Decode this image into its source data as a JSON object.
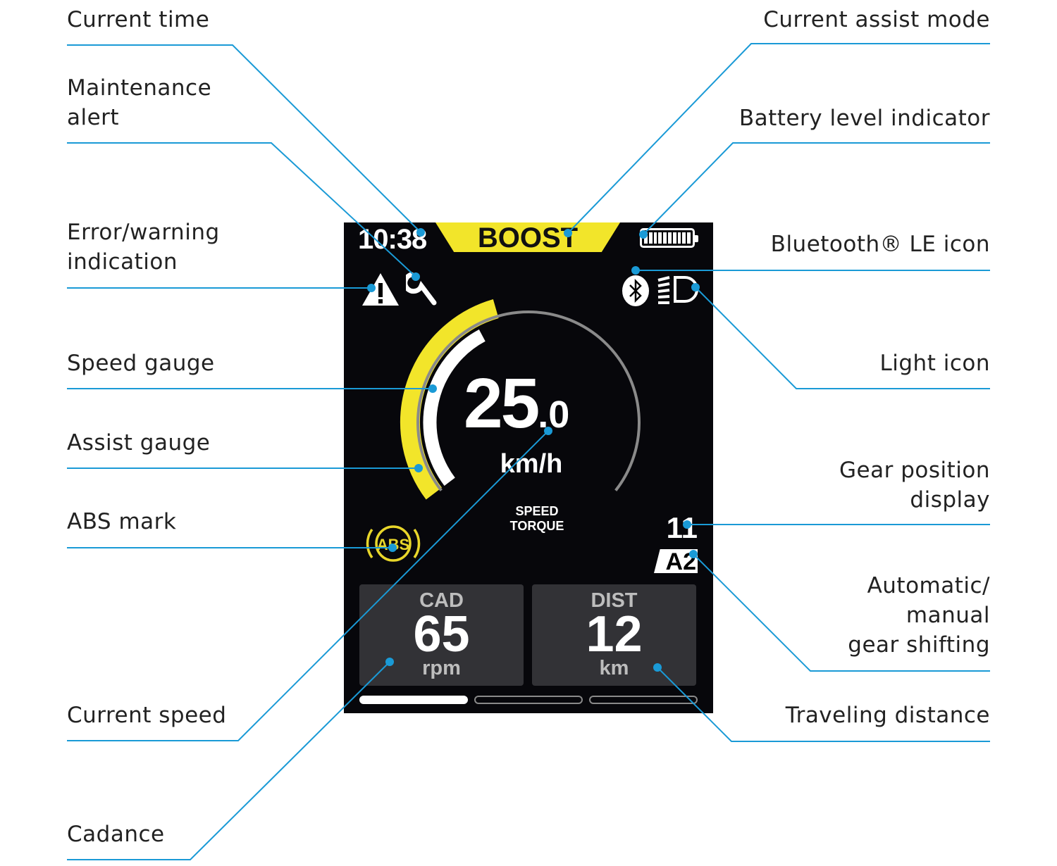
{
  "display": {
    "time": "10:38",
    "assist_mode": "BOOST",
    "battery_bars": 10,
    "speed_int": "25",
    "speed_dec": ".0",
    "speed_unit": "km/h",
    "assist_type_1": "SPEED",
    "assist_type_2": "TORQUE",
    "gear_position": "11",
    "gear_mode": "A2",
    "abs_text": "ABS",
    "tiles": [
      {
        "title": "CAD",
        "value": "65",
        "unit": "rpm"
      },
      {
        "title": "DIST",
        "value": "12",
        "unit": "km"
      }
    ],
    "active_page": 1,
    "page_count": 3
  },
  "labels": {
    "current_time": "Current time",
    "maintenance_alert": [
      "Maintenance",
      "alert"
    ],
    "error_warning": [
      "Error/warning",
      "indication"
    ],
    "speed_gauge": "Speed gauge",
    "assist_gauge": "Assist gauge",
    "abs_mark": "ABS mark",
    "current_speed": "Current speed",
    "cadance": "Cadance",
    "current_assist_mode": "Current assist mode",
    "battery_level": "Battery level indicator",
    "bluetooth": "Bluetooth® LE icon",
    "light": "Light icon",
    "gear_position": [
      "Gear position",
      "display"
    ],
    "gear_shifting": [
      "Automatic/",
      "manual",
      "gear shifting"
    ],
    "traveling_distance": "Traveling distance"
  },
  "colors": {
    "leader": "#1a9ad6",
    "accent_yellow": "#f2e52a",
    "screen": "#07070b",
    "tile": "#323236"
  }
}
